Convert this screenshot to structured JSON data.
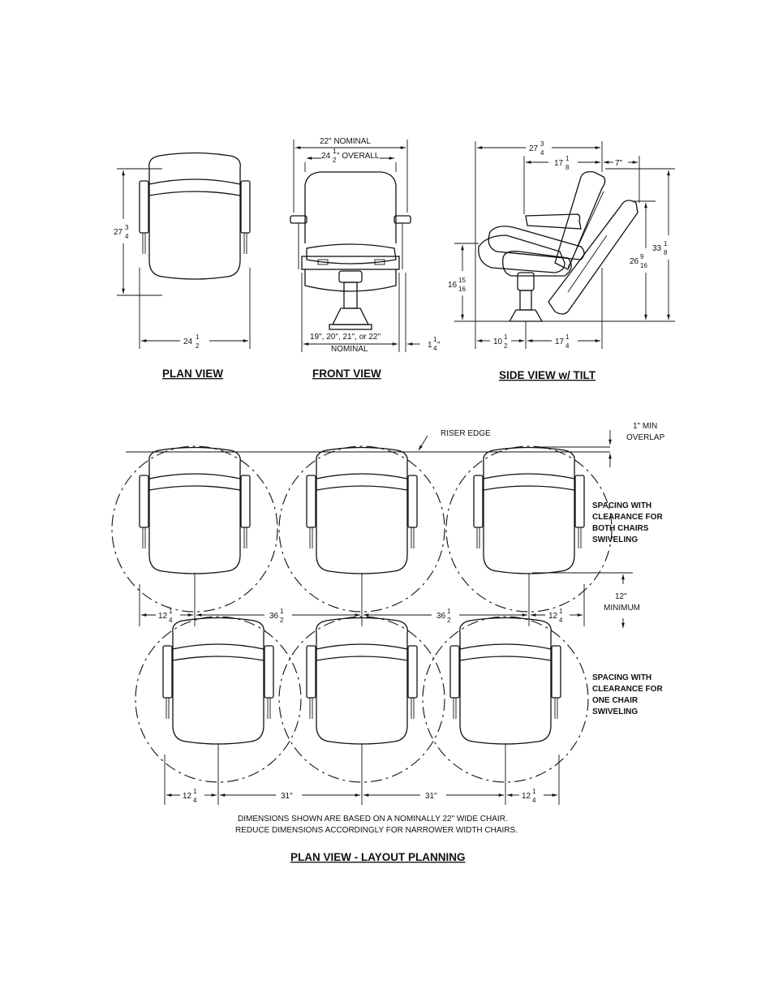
{
  "titles": {
    "plan_view": "PLAN VIEW",
    "front_view": "FRONT VIEW",
    "side_view": "SIDE VIEW w/ TILT",
    "layout": "PLAN VIEW - LAYOUT PLANNING"
  },
  "plan_dims": {
    "depth_whole": "27",
    "depth_frac_num": "3",
    "depth_frac_den": "4",
    "width_whole": "24",
    "width_frac_num": "1",
    "width_frac_den": "2"
  },
  "front_dims": {
    "nominal_top": "22\" NOMINAL",
    "overall_whole": "24",
    "overall_frac_num": "1",
    "overall_frac_den": "2",
    "overall_suffix": "\" OVERALL",
    "seat_widths": "19\", 20\", 21\", or 22\"",
    "seat_nominal": "NOMINAL",
    "arm_whole": "1",
    "arm_frac_num": "1",
    "arm_frac_den": "4",
    "arm_suffix": "\""
  },
  "side_dims": {
    "top_whole": "27",
    "top_num": "3",
    "top_den": "4",
    "mid_whole": "17",
    "mid_num": "1",
    "mid_den": "8",
    "back": "7\"",
    "height_whole": "33",
    "height_num": "1",
    "height_den": "8",
    "tilt_whole": "26",
    "tilt_num": "9",
    "tilt_den": "16",
    "seat_whole": "16",
    "seat_num": "15",
    "seat_den": "16",
    "base_left_whole": "10",
    "base_left_num": "1",
    "base_left_den": "2",
    "base_right_whole": "17",
    "base_right_num": "1",
    "base_right_den": "4"
  },
  "layout": {
    "riser_edge": "RISER EDGE",
    "min_overlap_1": "1\" MIN",
    "min_overlap_2": "OVERLAP",
    "min_12_a": "12\"",
    "min_12_b": "MINIMUM",
    "both_notes": [
      "SPACING WITH",
      "CLEARANCE FOR",
      "BOTH CHAIRS",
      "SWIVELING"
    ],
    "one_notes": [
      "SPACING WITH",
      "CLEARANCE FOR",
      "ONE CHAIR",
      "SWIVELING"
    ],
    "row1_edge_whole": "12",
    "row1_edge_num": "1",
    "row1_edge_den": "4",
    "row1_mid_whole": "36",
    "row1_mid_num": "1",
    "row1_mid_den": "2",
    "row2_mid": "31\"",
    "footnote_1": "DIMENSIONS SHOWN ARE BASED ON A NOMINALLY 22\" WIDE CHAIR.",
    "footnote_2": "REDUCE DIMENSIONS ACCORDINGLY FOR NARROWER WIDTH CHAIRS."
  }
}
